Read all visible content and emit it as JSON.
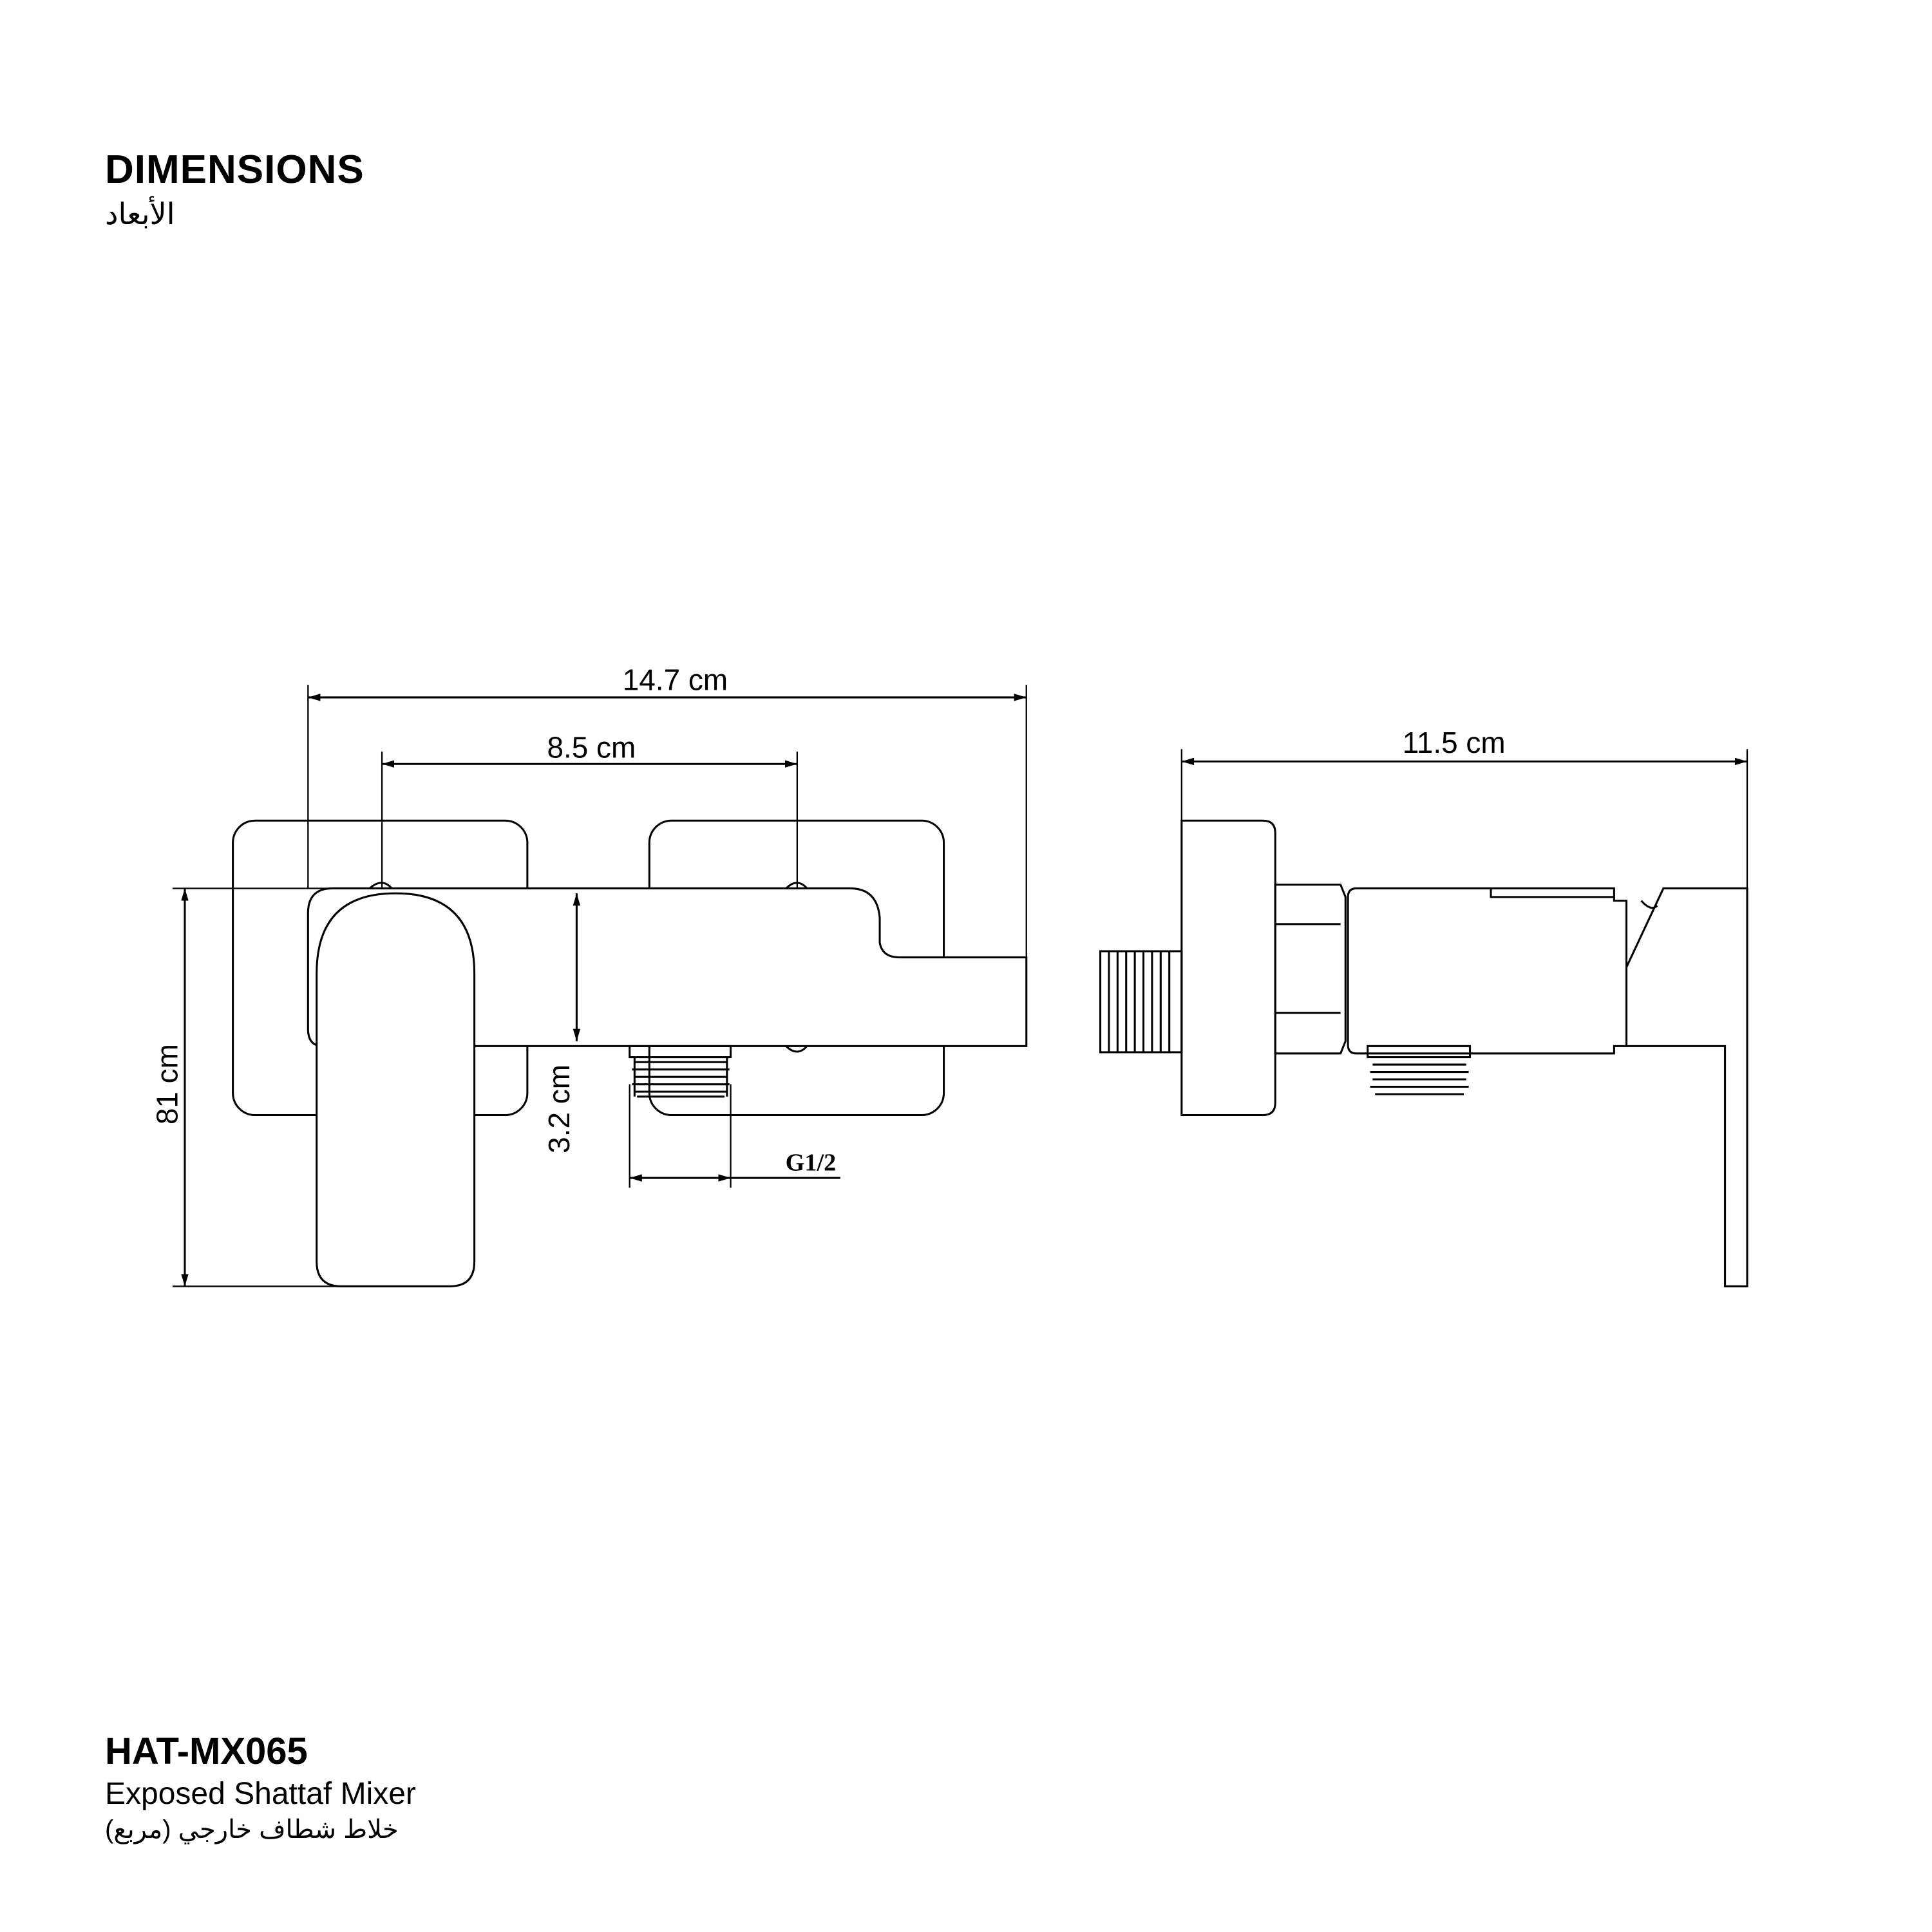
{
  "header": {
    "title": "DIMENSIONS",
    "title_ar": "الأبعاد"
  },
  "dimensions": {
    "overall_length": "14.7 cm",
    "center_distance": "8.5 cm",
    "height": "81 cm",
    "outlet_height": "3.2 cm",
    "thread": "G1/2",
    "depth": "11.5 cm"
  },
  "product": {
    "model": "HAT-MX065",
    "name": "Exposed Shattaf Mixer",
    "name_ar": "خلاط شطاف خارجي (مربع)"
  }
}
